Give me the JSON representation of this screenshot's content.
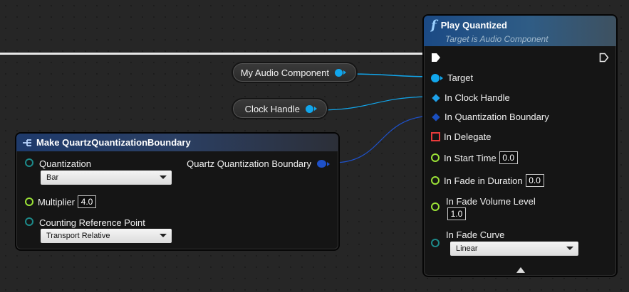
{
  "canvas": {
    "colors": {
      "background": "#262626",
      "exec_wire": "#e8e8e8",
      "object_wire": "#11a6ec",
      "struct_wire": "#1e51c9"
    }
  },
  "var_nodes": {
    "audio_component": {
      "label": "My Audio Component"
    },
    "clock_handle": {
      "label": "Clock Handle"
    }
  },
  "make_node": {
    "title": "Make QuartzQuantizationBoundary",
    "icon": "make-struct-icon",
    "quantization": {
      "label": "Quantization",
      "value": "Bar"
    },
    "multiplier": {
      "label": "Multiplier",
      "value": "4.0"
    },
    "counting_reference": {
      "label": "Counting Reference Point",
      "value": "Transport Relative"
    },
    "output": {
      "label": "Quartz Quantization Boundary"
    }
  },
  "play_node": {
    "title": "Play Quantized",
    "subtitle": "Target is Audio Component",
    "icon": "function-icon",
    "glyph": "f",
    "pins": {
      "target": "Target",
      "clock_handle": "In Clock Handle",
      "quantization_boundary": "In Quantization Boundary",
      "delegate": "In Delegate",
      "start_time": {
        "label": "In Start Time",
        "value": "0.0"
      },
      "fade_in_duration": {
        "label": "In Fade in Duration",
        "value": "0.0"
      },
      "fade_volume_level": {
        "label": "In Fade Volume Level",
        "value": "1.0"
      },
      "fade_curve": {
        "label": "In Fade Curve",
        "value": "Linear"
      }
    },
    "collapse_icon": "collapse-arrow-icon"
  }
}
